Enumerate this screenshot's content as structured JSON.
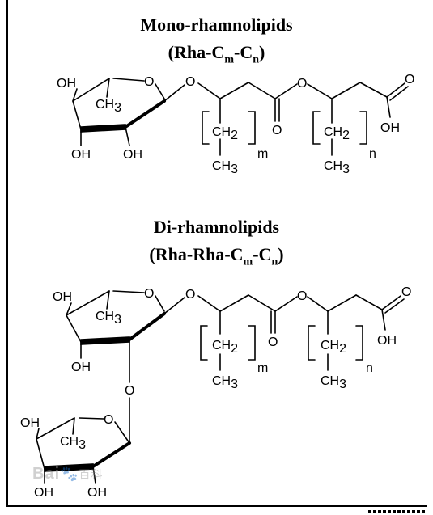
{
  "mono": {
    "title": "Mono-rhamnolipids",
    "formula": {
      "open": "(Rha-C",
      "m": "m",
      "dash": "-C",
      "n": "n",
      "close": ")"
    }
  },
  "di": {
    "title": "Di-rhamnolipids",
    "formula": {
      "open": "(Rha-Rha-C",
      "m": "m",
      "dash": "-C",
      "n": "n",
      "close": ")"
    }
  },
  "labels": {
    "oh": "OH",
    "o": "O",
    "ch3": "CH",
    "three": "3",
    "ch2": "CH",
    "two": "2",
    "m": "m",
    "n": "n"
  },
  "watermark": {
    "latin": "Bai",
    "latin2": "百科",
    "cn": "百科"
  }
}
